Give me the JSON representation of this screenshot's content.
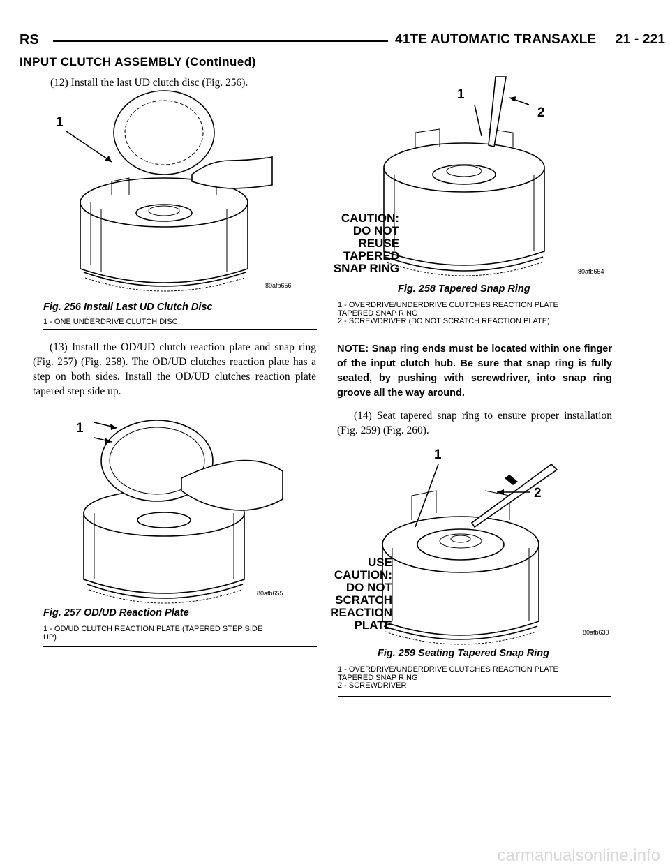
{
  "header": {
    "left": "RS",
    "right": "41TE AUTOMATIC TRANSAXLE     21 - 221"
  },
  "section_title": "INPUT CLUTCH ASSEMBLY (Continued)",
  "steps": {
    "s12": "(12) Install the last UD clutch disc (Fig. 256).",
    "s13": "(13) Install the OD/UD clutch reaction plate and snap ring (Fig. 257) (Fig. 258). The OD/UD clutches reaction plate has a step on both sides. Install the OD/UD clutches reaction plate tapered step side up.",
    "note": "NOTE: Snap ring ends must be located within one finger of the input clutch hub. Be sure that snap ring is fully seated, by pushing with screwdriver, into snap ring groove all the way around.",
    "s14": "(14) Seat tapered snap ring to ensure proper installation (Fig. 259) (Fig. 260)."
  },
  "figures": {
    "fig256": {
      "title": "Fig. 256 Install Last UD Clutch Disc",
      "legend": "1 - ONE UNDERDRIVE CLUTCH DISC",
      "code": "80afb656",
      "callouts": [
        "1"
      ]
    },
    "fig257": {
      "title": "Fig. 257 OD/UD Reaction Plate",
      "legend": "1 - OD/UD CLUTCH REACTION PLATE (TAPERED STEP SIDE\nUP)",
      "code": "80afb655",
      "callouts": [
        "1"
      ]
    },
    "fig258": {
      "title": "Fig. 258 Tapered Snap Ring",
      "legend": "1 - OVERDRIVE/UNDERDRIVE CLUTCHES REACTION PLATE\nTAPERED SNAP RING\n2 - SCREWDRIVER (DO NOT SCRATCH REACTION PLATE)",
      "code": "80afb654",
      "callouts": [
        "1",
        "2"
      ],
      "caption": "CAUTION:\nDO NOT\nREUSE\nTAPERED\nSNAP RING"
    },
    "fig259": {
      "title": "Fig. 259 Seating Tapered Snap Ring",
      "legend": "1 - OVERDRIVE/UNDERDRIVE CLUTCHES REACTION PLATE\nTAPERED SNAP RING\n2 - SCREWDRIVER",
      "code": "80afb630",
      "callouts": [
        "1",
        "2"
      ],
      "caption": "USE\nCAUTION:\nDO NOT\nSCRATCH\nREACTION\nPLATE"
    }
  },
  "watermark": "carmanualsonline.info"
}
